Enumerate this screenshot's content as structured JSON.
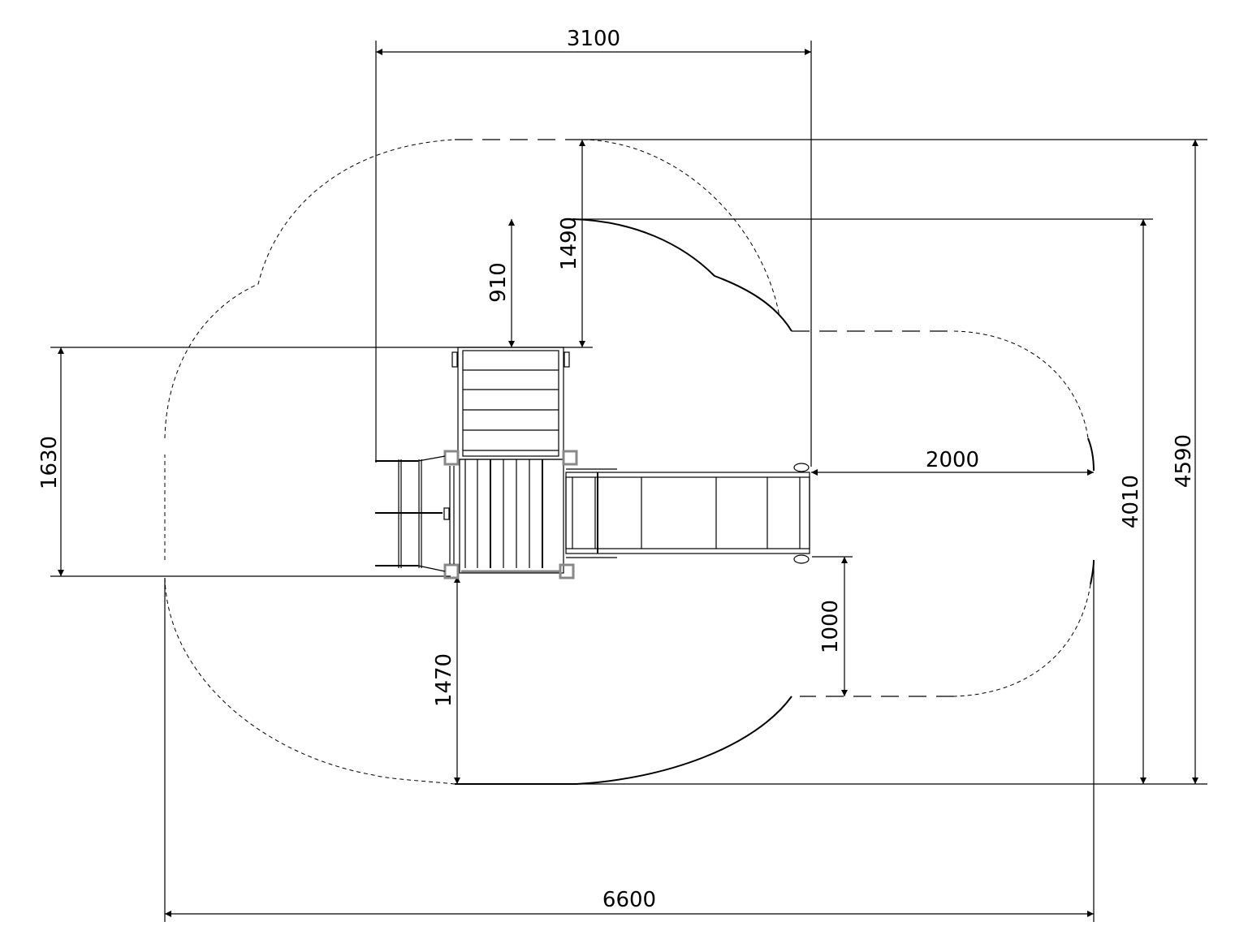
{
  "drawing": {
    "dimensions": {
      "overall_width": "6600",
      "overall_depth": "4590",
      "structure_width": "3100",
      "safety_depth": "4010",
      "top_offset": "1490",
      "deck_offset": "910",
      "deck_depth": "1630",
      "slide_clearance": "2000",
      "slide_side": "1000",
      "bottom_offset": "1470"
    },
    "colors": {
      "line": "#000000",
      "post": "#888888",
      "background": "#ffffff"
    }
  }
}
